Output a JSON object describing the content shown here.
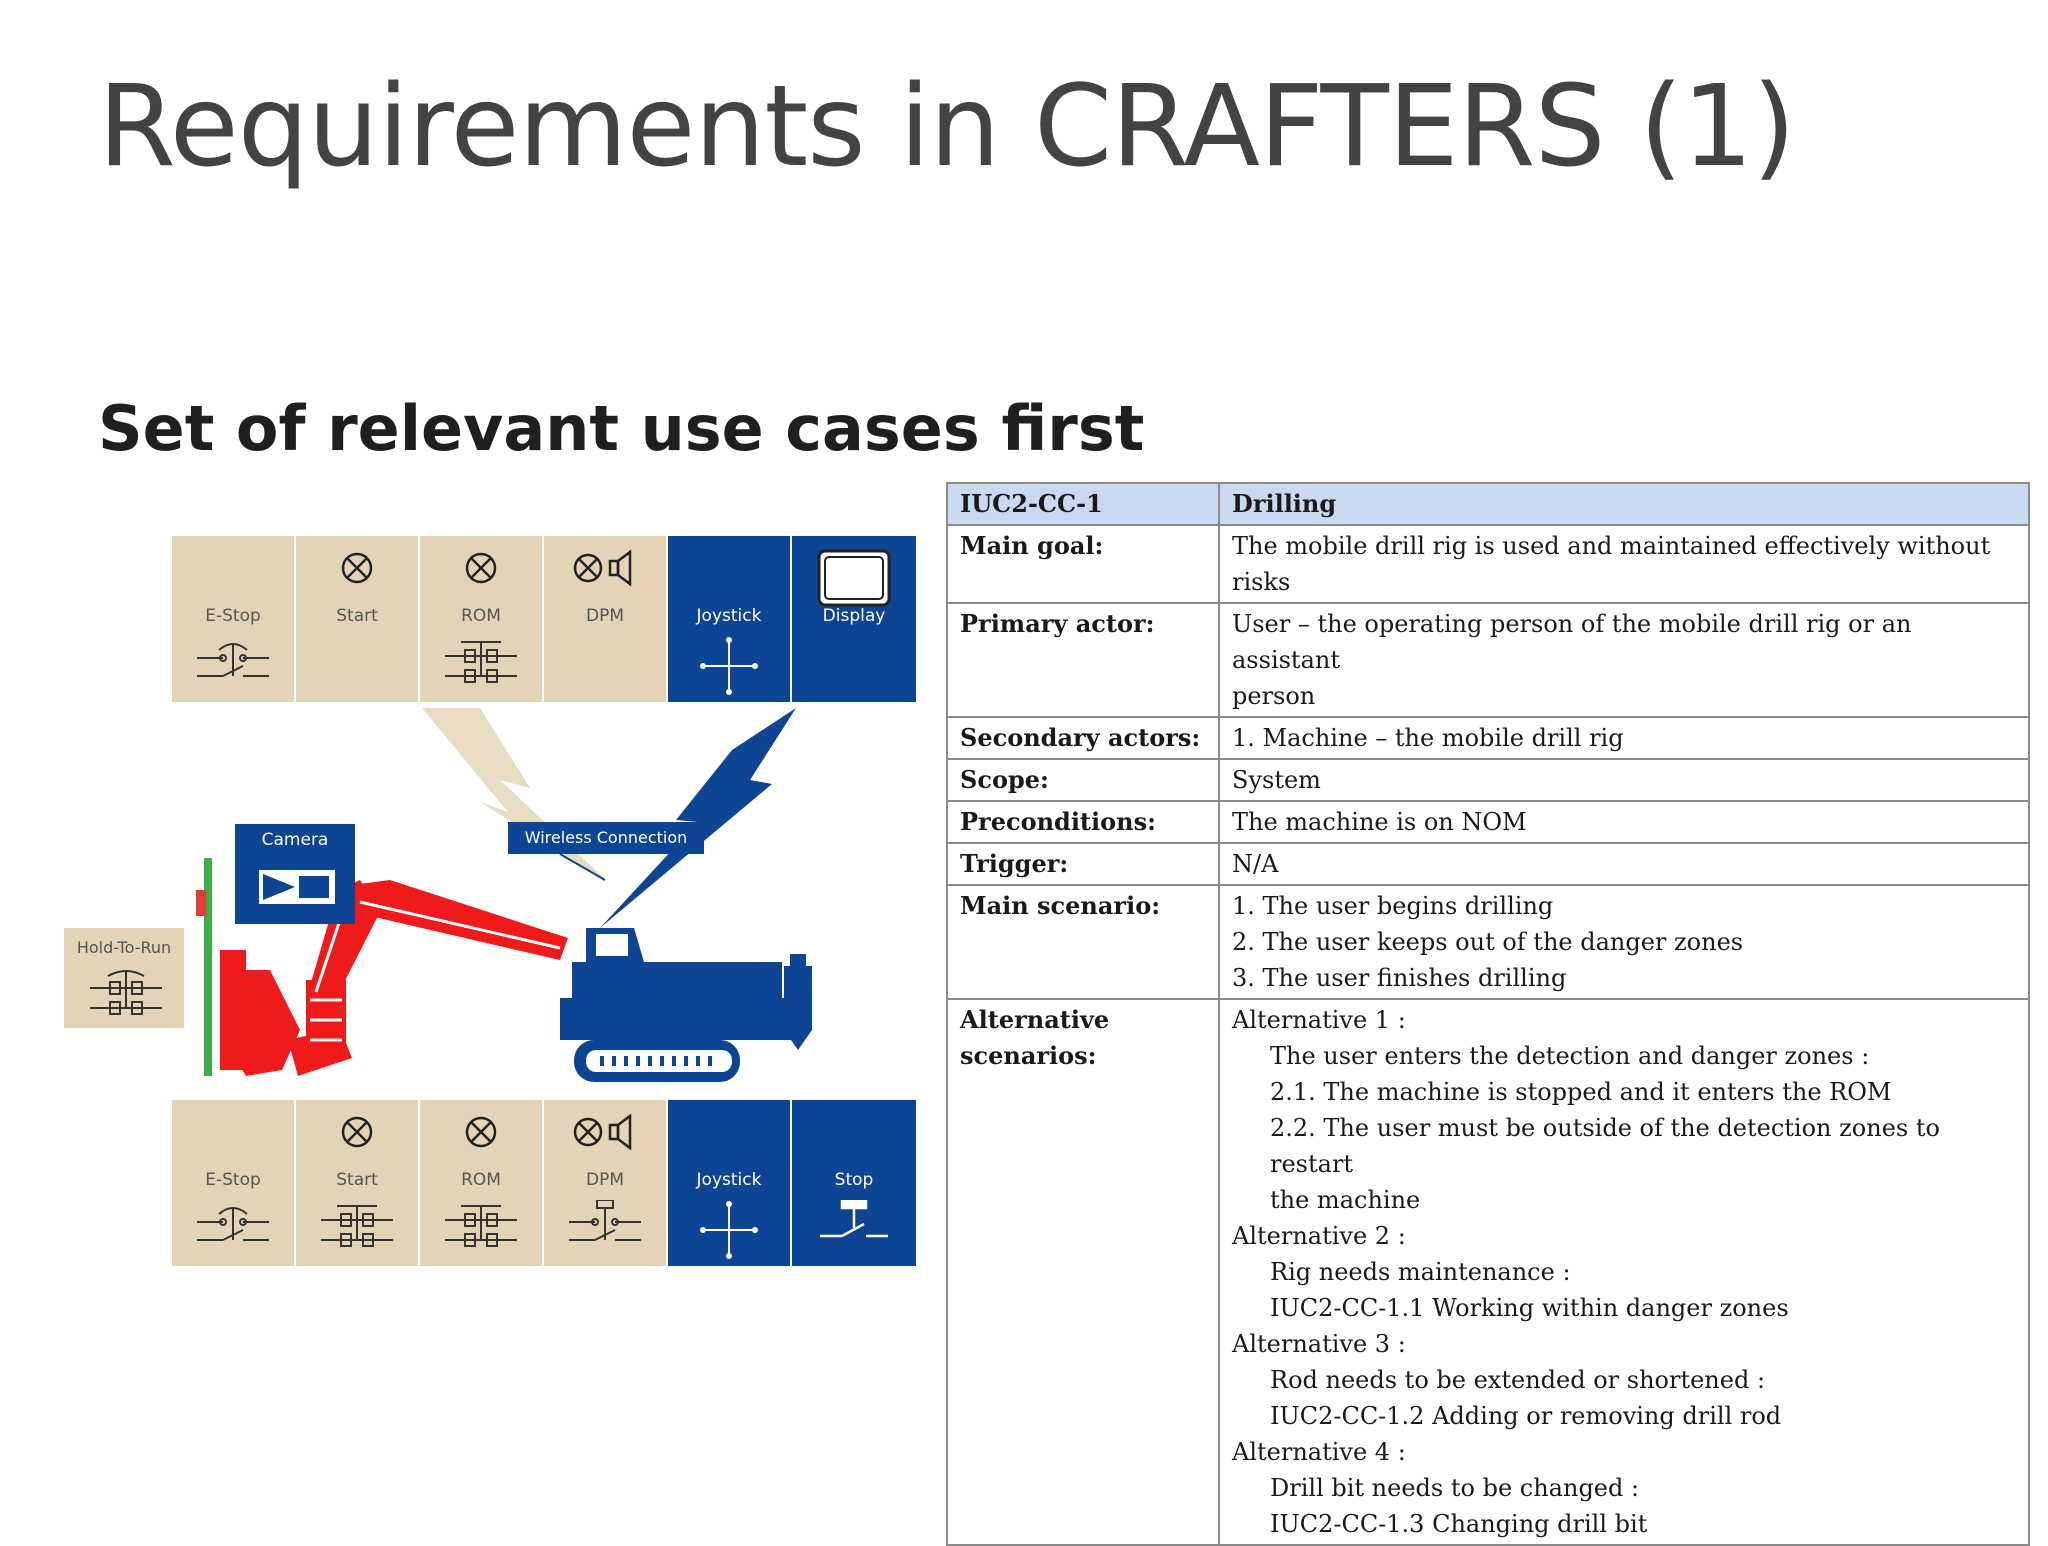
{
  "slide": {
    "title": "Requirements in CRAFTERS (1)",
    "subtitle": "Set of relevant use cases first"
  },
  "diagram": {
    "top_panel": [
      {
        "label": "E-Stop",
        "icon": "switch-icon",
        "style": "beige"
      },
      {
        "label": "Start",
        "icon": "lamp-icon",
        "style": "beige"
      },
      {
        "label": "ROM",
        "icon": "lamp-switch-icon",
        "style": "beige"
      },
      {
        "label": "DPM",
        "icon": "lamp-speaker-icon",
        "style": "beige"
      },
      {
        "label": "Joystick",
        "icon": "joystick-icon",
        "style": "blue"
      },
      {
        "label": "Display",
        "icon": "display-icon",
        "style": "blue"
      }
    ],
    "bottom_panel": [
      {
        "label": "E-Stop",
        "icon": "switch-icon",
        "style": "beige"
      },
      {
        "label": "Start",
        "icon": "lamp-switch-icon",
        "style": "beige"
      },
      {
        "label": "ROM",
        "icon": "lamp-switch-icon",
        "style": "beige"
      },
      {
        "label": "DPM",
        "icon": "lamp-speaker-switch-icon",
        "style": "beige"
      },
      {
        "label": "Joystick",
        "icon": "joystick-icon",
        "style": "blue"
      },
      {
        "label": "Stop",
        "icon": "stop-switch-icon",
        "style": "blue"
      }
    ],
    "camera_label": "Camera",
    "hold_to_run_label": "Hold-To-Run",
    "wireless_label": "Wireless Connection",
    "colors": {
      "beige": "#e2d4b4",
      "blue": "#0d4594",
      "machine_red": "#f01a1a",
      "machine_blue": "#0d4594",
      "lightning_beige": "#e8dcc2"
    }
  },
  "use_case": {
    "id": "IUC2-CC-1",
    "name": "Drilling",
    "rows": [
      {
        "key": "Main goal:",
        "lines": [
          "The mobile drill rig is used and maintained effectively without",
          "risks"
        ]
      },
      {
        "key": "Primary actor:",
        "lines": [
          "User – the operating person of the mobile drill rig or an assistant",
          "person"
        ]
      },
      {
        "key": "Secondary actors:",
        "lines": [
          "1. Machine – the mobile drill rig"
        ]
      },
      {
        "key": "Scope:",
        "lines": [
          "System"
        ]
      },
      {
        "key": "Preconditions:",
        "lines": [
          "The machine is on NOM"
        ]
      },
      {
        "key": "Trigger:",
        "lines": [
          "N/A"
        ]
      },
      {
        "key": "Main scenario:",
        "lines": [
          "1. The user begins drilling",
          "2. The user keeps out of the danger zones",
          "3. The user finishes drilling"
        ]
      }
    ],
    "alt_key_line1": "Alternative",
    "alt_key_line2": "scenarios:",
    "alternatives": [
      {
        "line": "Alternative 1 :",
        "indent": false
      },
      {
        "line": "The user enters the detection and danger zones :",
        "indent": true
      },
      {
        "line": "2.1. The machine is stopped and it enters the ROM",
        "indent": true
      },
      {
        "line": "2.2. The user must be outside of the detection zones to restart",
        "indent": true
      },
      {
        "line": "the machine",
        "indent": true
      },
      {
        "line": "Alternative 2 :",
        "indent": false
      },
      {
        "line": "Rig needs maintenance :",
        "indent": true
      },
      {
        "line": "IUC2-CC-1.1 Working within danger zones",
        "indent": true
      },
      {
        "line": "Alternative 3 :",
        "indent": false
      },
      {
        "line": "Rod needs to be extended or shortened :",
        "indent": true
      },
      {
        "line": "IUC2-CC-1.2 Adding or removing drill rod",
        "indent": true
      },
      {
        "line": "Alternative 4 :",
        "indent": false
      },
      {
        "line": "Drill bit needs to be changed :",
        "indent": true
      },
      {
        "line": "IUC2-CC-1.3 Changing drill bit",
        "indent": true
      }
    ]
  }
}
